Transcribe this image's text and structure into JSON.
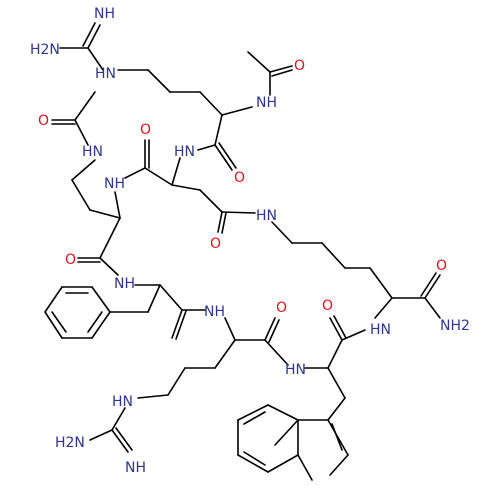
{
  "structure": {
    "colors": {
      "nitrogen": "#2f3590",
      "oxygen": "#e0121b",
      "bond": "#000000"
    },
    "labels": {
      "l1": "NH",
      "l2": "H2N",
      "l3": "HN",
      "l4": "O",
      "l5": "NH",
      "l6": "O",
      "l7": "HN",
      "l8": "O",
      "l9": "HN",
      "l10": "O",
      "l11": "NH",
      "l12": "O",
      "l13": "HN",
      "l14": "O",
      "l15": "O",
      "l16": "NH",
      "l17": "O",
      "l18": "O",
      "l19": "NH",
      "l20": "NH2",
      "l21": "HN",
      "l22": "HN",
      "l23": "H2N",
      "l24": "NH",
      "l25": "HN"
    }
  }
}
